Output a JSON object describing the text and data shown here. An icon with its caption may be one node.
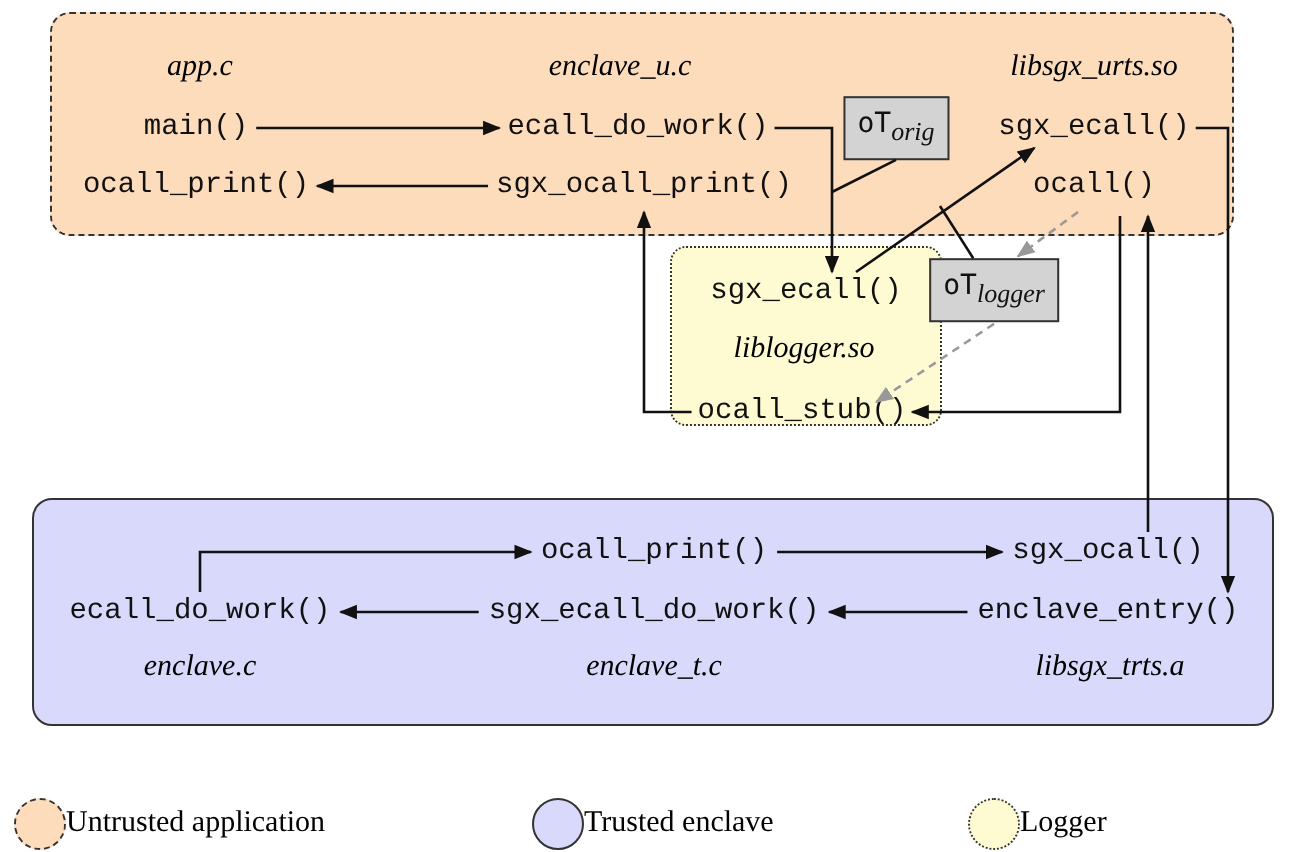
{
  "diagram": {
    "nodes": [
      {
        "text": [],
        "shape": "box"
      },
      {
        "text": [
          "main()"
        ],
        "in": 0
      },
      {
        "text": [
          "ecall_do_work()"
        ],
        "in": 0
      },
      {
        "text": [
          "ocall_print()"
        ],
        "in": 0
      },
      {
        "text": [
          "sgx_ocall_print()"
        ],
        "in": 0
      },
      {
        "text": [
          "sgx_ecall()"
        ],
        "in": 0
      },
      {
        "text": [
          "ocall()"
        ],
        "in": 0
      },
      {
        "text": [
          "oT$_{orig}$"
        ],
        "in": 0
      },
      {
        "text": [],
        "shape": "box"
      },
      {
        "text": [
          "sgx_ecall()"
        ],
        "in": 8
      },
      {
        "text": [
          "ocall_stub()"
        ],
        "in": 8
      },
      {
        "text": [
          "oT$_{logger}$"
        ]
      },
      {
        "text": [],
        "shape": "box"
      },
      {
        "text": [
          "ocall_print()"
        ],
        "in": 12
      },
      {
        "text": [
          "sgx_ocall()"
        ],
        "in": 12
      },
      {
        "text": [
          "ecall_do_work()"
        ],
        "in": 12
      },
      {
        "text": [
          "sgx_ecall_do_work()"
        ],
        "in": 12
      },
      {
        "text": [
          "enclave_entry()"
        ],
        "in": 12
      }
    ],
    "edges": [
      {
        "from": 1,
        "to": 2,
        "arrow": "to"
      },
      {
        "from": 4,
        "to": 3,
        "arrow": "to"
      },
      {
        "from": 2,
        "to": 9,
        "arrow": "to"
      },
      {
        "from": 9,
        "to": 5,
        "arrow": "to"
      },
      {
        "from": 5,
        "to": 17,
        "arrow": "to"
      },
      {
        "from": 14,
        "to": 6,
        "arrow": "to"
      },
      {
        "from": 6,
        "to": 10,
        "arrow": "to"
      },
      {
        "from": 10,
        "to": 4,
        "arrow": "to"
      },
      {
        "from": 15,
        "to": 13,
        "arrow": "to"
      },
      {
        "from": 13,
        "to": 14,
        "arrow": "to"
      },
      {
        "from": 17,
        "to": 16,
        "arrow": "to"
      },
      {
        "from": 16,
        "to": 15,
        "arrow": "to"
      },
      {
        "from": 6,
        "to": 11,
        "arrow": "to",
        "style": "dashed",
        "color": "#999999"
      },
      {
        "from": 11,
        "to": 10,
        "arrow": "to",
        "style": "dashed",
        "color": "#999999"
      },
      {
        "from": 7,
        "to": null,
        "arrow": "none"
      },
      {
        "from": 11,
        "to": null,
        "arrow": "none"
      }
    ],
    "labels": [
      "app.c",
      "enclave_u.c",
      "libsgx_urts.so",
      "liblogger.so",
      "enclave.c",
      "enclave_t.c",
      "libsgx_trts.a"
    ],
    "legend": [
      {
        "text": "Untrusted application",
        "color": "#fddcbc"
      },
      {
        "text": "Trusted enclave",
        "color": "#d9d9fb"
      },
      {
        "text": "Logger",
        "color": "#fefbd3"
      }
    ]
  }
}
